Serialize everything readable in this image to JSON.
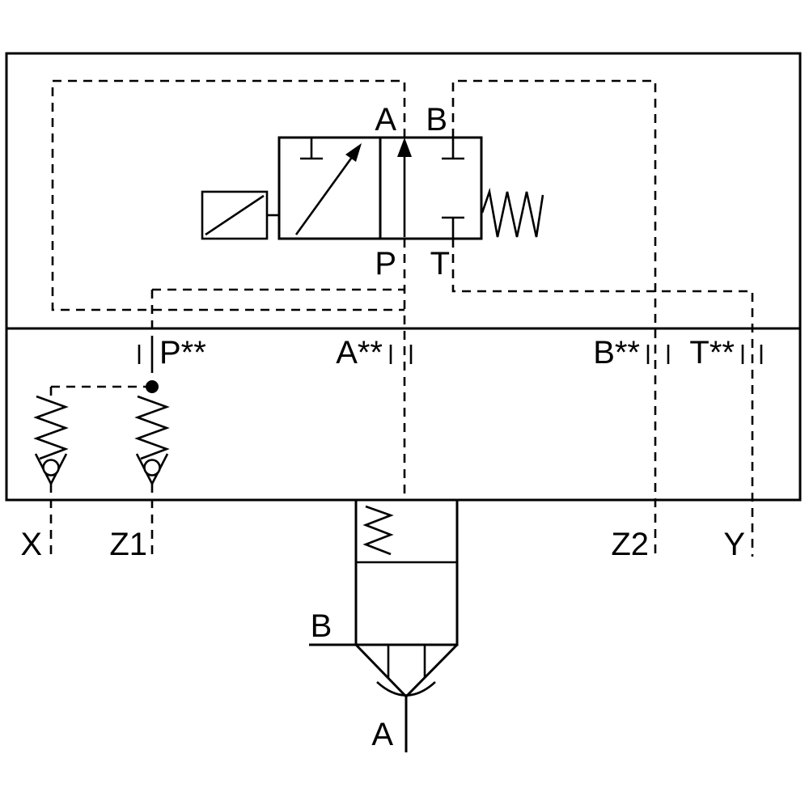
{
  "colors": {
    "line": "#000000",
    "background": "#ffffff"
  },
  "pilot_valve": {
    "port_a": "A",
    "port_b": "B",
    "port_p": "P",
    "port_t": "T"
  },
  "manifold_ports": {
    "p": "P**",
    "a": "A**",
    "b": "B**",
    "t": "T**"
  },
  "pilot_ports": {
    "x": "X",
    "z1": "Z1",
    "z2": "Z2",
    "y": "Y"
  },
  "cartridge": {
    "port_b": "B",
    "port_a": "A"
  }
}
